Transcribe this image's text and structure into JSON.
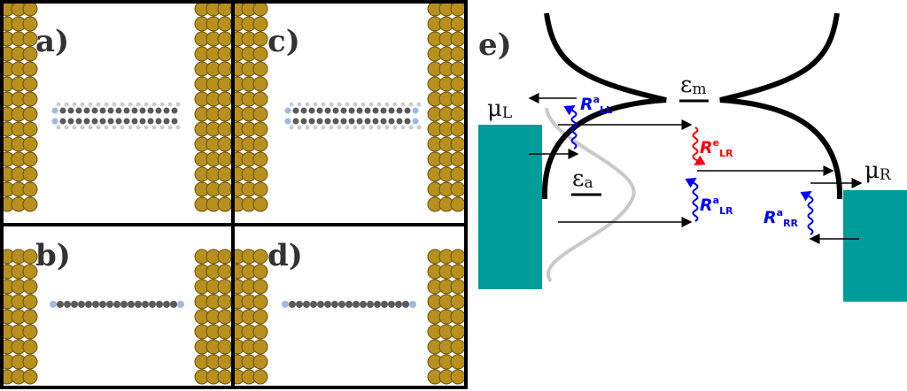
{
  "panels": {
    "a": "a)",
    "b": "b)",
    "c": "c)",
    "d": "d)",
    "e": "e)"
  },
  "diagram": {
    "mu_left": {
      "sym": "μ",
      "sub": "L"
    },
    "mu_right": {
      "sym": "μ",
      "sub": "R"
    },
    "eps_m": {
      "sym": "ε",
      "sub": "m"
    },
    "eps_a": {
      "sym": "ε",
      "sub": "a"
    },
    "rates": [
      {
        "R": "R",
        "sup": "a",
        "sub": "LL",
        "color": "#0000ff"
      },
      {
        "R": "R",
        "sup": "e",
        "sub": "LR",
        "color": "#ff0000"
      },
      {
        "R": "R",
        "sup": "a",
        "sub": "LR",
        "color": "#0000ff"
      },
      {
        "R": "R",
        "sup": "a",
        "sub": "RR",
        "color": "#0000ff"
      }
    ]
  },
  "colors": {
    "electrode": "#009c99",
    "gold_atom": "#b8901e",
    "carbon_atom": "#5a5a5a",
    "nitrogen_atom": "#9fb8e0",
    "gaussian": "#c8c8c8"
  }
}
